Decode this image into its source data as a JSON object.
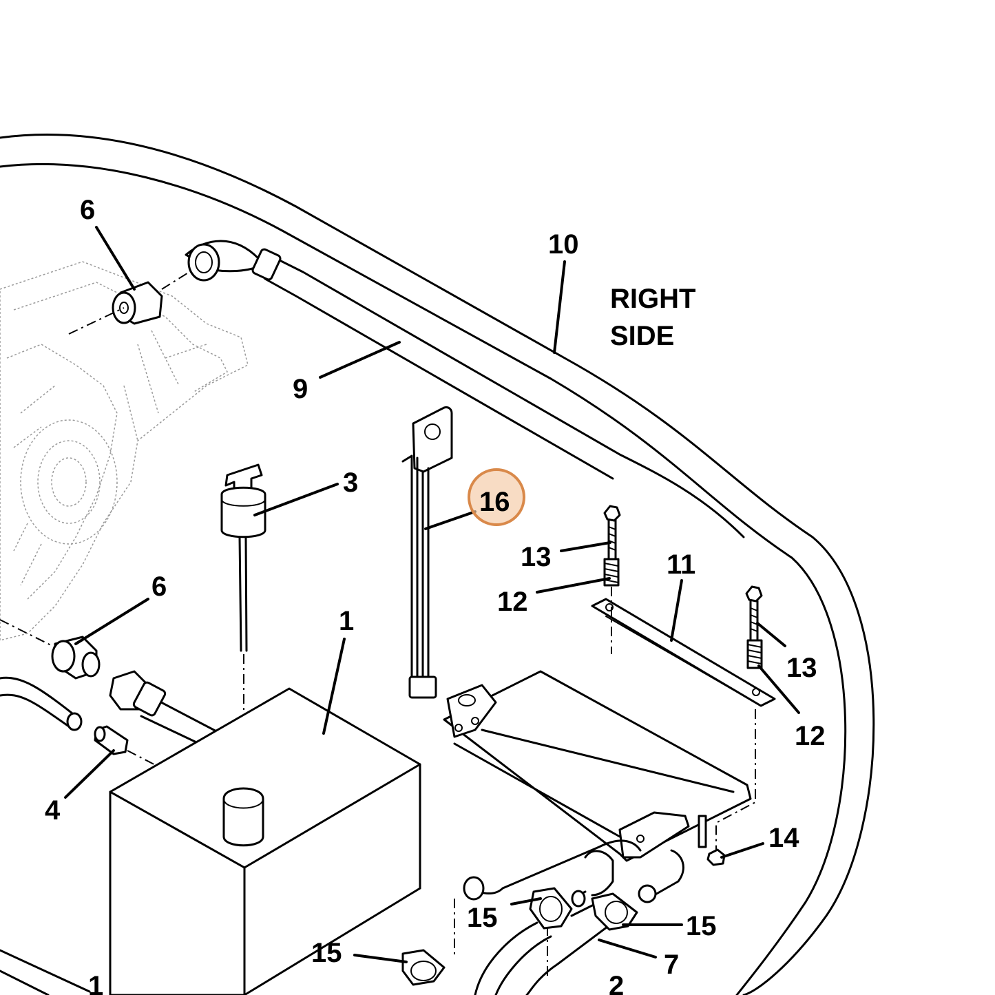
{
  "side_label": {
    "line1": "RIGHT",
    "line2": "SIDE"
  },
  "callouts": {
    "c1": "1",
    "c1b": "1",
    "c2": "2",
    "c3": "3",
    "c4": "4",
    "c6a": "6",
    "c6b": "6",
    "c7": "7",
    "c9": "9",
    "c10": "10",
    "c11": "11",
    "c12a": "12",
    "c12b": "12",
    "c13a": "13",
    "c13b": "13",
    "c14": "14",
    "c15a": "15",
    "c15b": "15",
    "c15c": "15",
    "c16": "16"
  },
  "highlight": {
    "label": "16",
    "fill": "#f4c9a5",
    "stroke": "#d9894a"
  }
}
